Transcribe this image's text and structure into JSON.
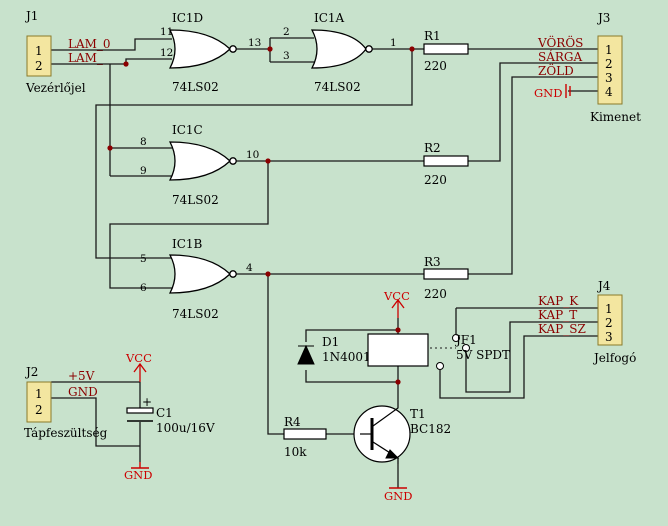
{
  "j1": {
    "ref": "J1",
    "pins": [
      "1",
      "2"
    ],
    "name": "Vezérlőjel",
    "nets": [
      "LAM_0",
      "LAM_"
    ]
  },
  "j2": {
    "ref": "J2",
    "pins": [
      "1",
      "2"
    ],
    "name": "Tápfeszültség",
    "nets": [
      "+5V",
      "GND"
    ]
  },
  "j3": {
    "ref": "J3",
    "pins": [
      "1",
      "2",
      "3",
      "4"
    ],
    "name": "Kimenet",
    "nets": [
      "VÖRÖS",
      "SÁRGA",
      "ZÖLD",
      "GND"
    ]
  },
  "j4": {
    "ref": "J4",
    "pins": [
      "1",
      "2",
      "3"
    ],
    "name": "Jelfogó",
    "nets": [
      "KAP_K",
      "KAP_T",
      "KAP_SZ"
    ]
  },
  "gates": {
    "ic1d": {
      "ref": "IC1D",
      "part": "74LS02",
      "in_a": "11",
      "in_b": "12",
      "out": "13"
    },
    "ic1a": {
      "ref": "IC1A",
      "part": "74LS02",
      "in_a": "2",
      "in_b": "3",
      "out": "1"
    },
    "ic1c": {
      "ref": "IC1C",
      "part": "74LS02",
      "in_a": "8",
      "in_b": "9",
      "out": "10"
    },
    "ic1b": {
      "ref": "IC1B",
      "part": "74LS02",
      "in_a": "5",
      "in_b": "6",
      "out": "4"
    }
  },
  "resistors": {
    "r1": {
      "ref": "R1",
      "value": "220"
    },
    "r2": {
      "ref": "R2",
      "value": "220"
    },
    "r3": {
      "ref": "R3",
      "value": "220"
    },
    "r4": {
      "ref": "R4",
      "value": "10k"
    }
  },
  "c1": {
    "ref": "C1",
    "value": "100u/16V",
    "polarity": "+"
  },
  "d1": {
    "ref": "D1",
    "value": "1N4001"
  },
  "t1": {
    "ref": "T1",
    "value": "BC182"
  },
  "relay": {
    "ref": "JF1",
    "value": "5V SPDT"
  },
  "power": {
    "vcc": "VCC",
    "gnd": "GND"
  },
  "colors": {
    "background": "#c8e2cc",
    "net_label": "#8b0000",
    "power": "#cc0000",
    "connector": "#f3e6a0"
  }
}
